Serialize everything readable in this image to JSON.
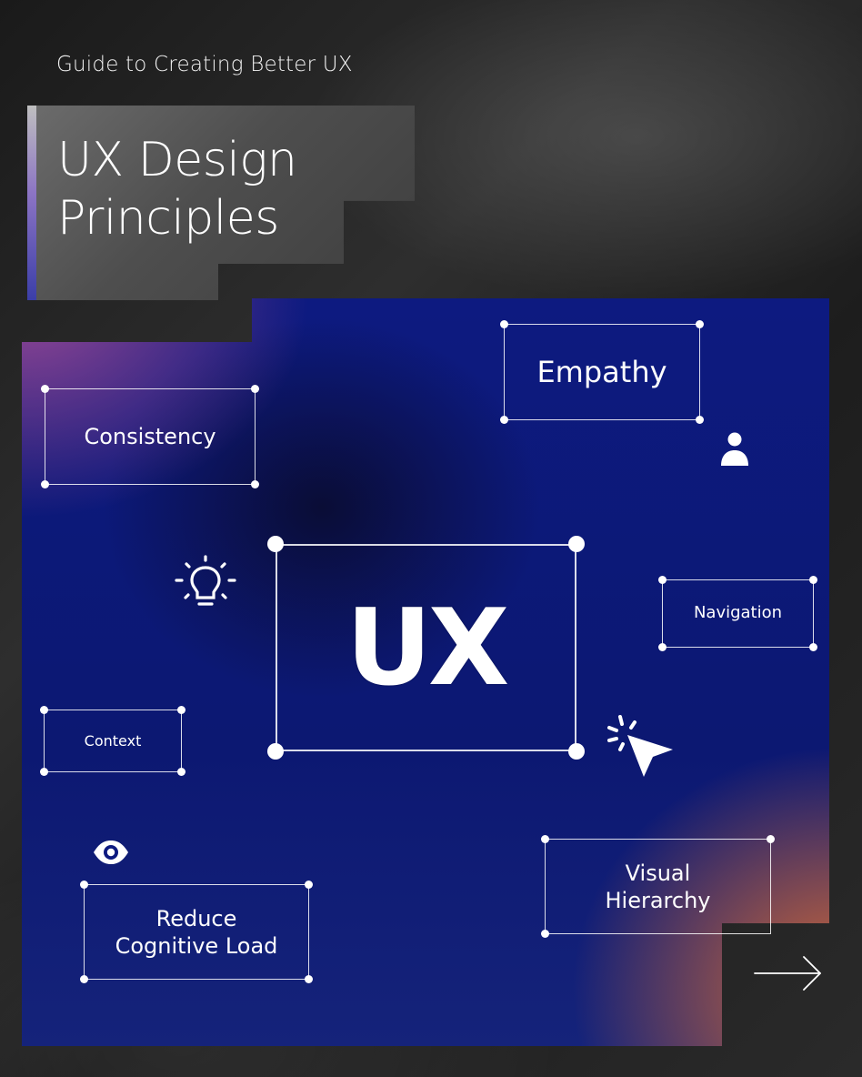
{
  "header": {
    "subtitle": "Guide to Creating Better UX",
    "title_line1": "UX Design",
    "title_line2": "Principles"
  },
  "center": {
    "label": "UX"
  },
  "principles": {
    "empathy": "Empathy",
    "consistency": "Consistency",
    "navigation": "Navigation",
    "context": "Context",
    "visual_hierarchy": "Visual\nHierarchy",
    "reduce_cognitive_load": "Reduce\nCognitive Load"
  },
  "icons": {
    "user": "user-icon",
    "lightbulb": "lightbulb-icon",
    "cursor": "cursor-click-icon",
    "eye": "eye-icon",
    "next": "arrow-right-icon"
  },
  "colors": {
    "background": "#262626",
    "panel_blue": "#0d1a80",
    "panel_purple": "#a04b96",
    "panel_orange": "#de6e32",
    "text": "#ffffff"
  }
}
